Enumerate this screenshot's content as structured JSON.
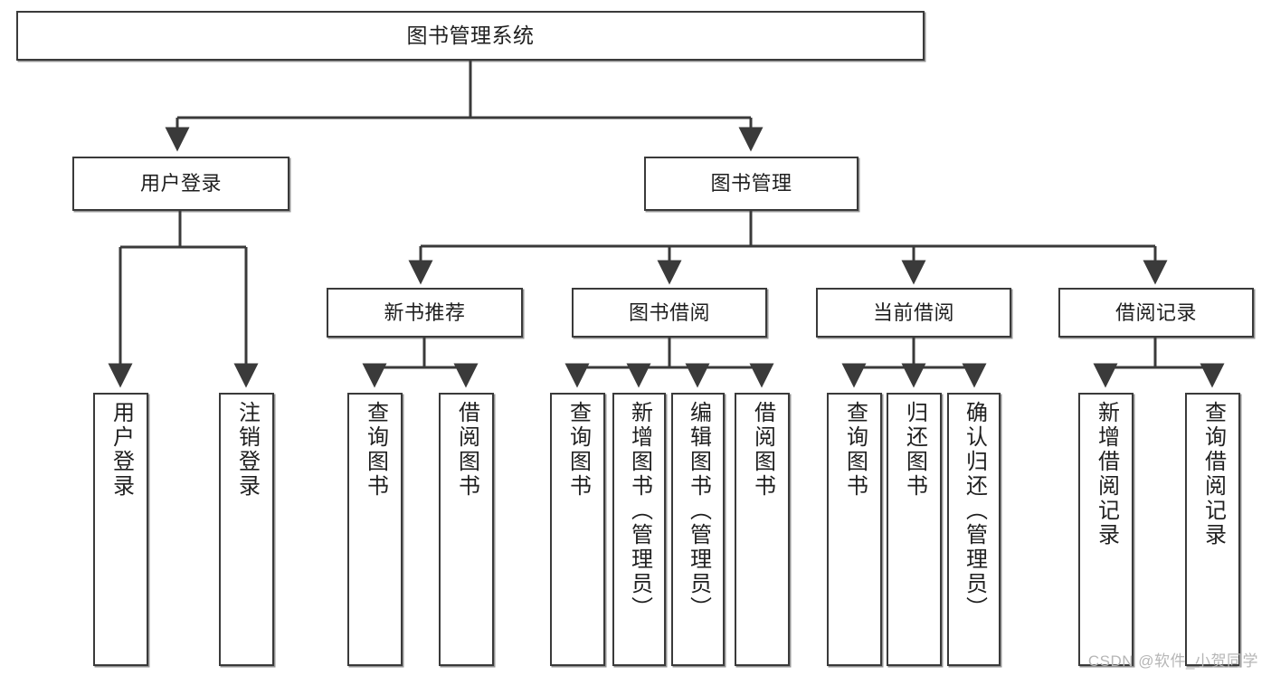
{
  "diagram": {
    "type": "tree-hierarchy-functional-decomposition",
    "root": {
      "id": "root",
      "label": "图书管理系统"
    },
    "level2": [
      {
        "id": "user-login",
        "label": "用户登录"
      },
      {
        "id": "book-manage",
        "label": "图书管理"
      }
    ],
    "level3": [
      {
        "id": "new-book-recommend",
        "label": "新书推荐",
        "parent": "book-manage"
      },
      {
        "id": "book-borrow",
        "label": "图书借阅",
        "parent": "book-manage"
      },
      {
        "id": "current-borrow",
        "label": "当前借阅",
        "parent": "book-manage"
      },
      {
        "id": "borrow-record",
        "label": "借阅记录",
        "parent": "book-manage"
      }
    ],
    "leaves": [
      {
        "id": "leaf-user-login",
        "label": "用户登录",
        "parent": "user-login"
      },
      {
        "id": "leaf-logout",
        "label": "注销登录",
        "parent": "user-login"
      },
      {
        "id": "leaf-query-book-1",
        "label": "查询图书",
        "parent": "new-book-recommend"
      },
      {
        "id": "leaf-borrow-book-1",
        "label": "借阅图书",
        "parent": "new-book-recommend"
      },
      {
        "id": "leaf-query-book-2",
        "label": "查询图书",
        "parent": "book-borrow"
      },
      {
        "id": "leaf-add-book",
        "label": "新增图书（管理员）",
        "parent": "book-borrow"
      },
      {
        "id": "leaf-edit-book",
        "label": "编辑图书（管理员）",
        "parent": "book-borrow"
      },
      {
        "id": "leaf-borrow-book-2",
        "label": "借阅图书",
        "parent": "book-borrow"
      },
      {
        "id": "leaf-query-book-3",
        "label": "查询图书",
        "parent": "current-borrow"
      },
      {
        "id": "leaf-return-book",
        "label": "归还图书",
        "parent": "current-borrow"
      },
      {
        "id": "leaf-confirm-return",
        "label": "确认归还（管理员）",
        "parent": "current-borrow"
      },
      {
        "id": "leaf-add-record",
        "label": "新增借阅记录",
        "parent": "borrow-record"
      },
      {
        "id": "leaf-query-record",
        "label": "查询借阅记录",
        "parent": "borrow-record"
      }
    ]
  },
  "watermark": {
    "text": "CSDN @软件_小贺同学"
  },
  "colors": {
    "box_border": "#3a3a3a",
    "box_fill": "#ffffff",
    "connector": "#3a3a3a",
    "text": "#1f1f1f",
    "watermark": "#b6b6b6",
    "background": "#ffffff"
  }
}
